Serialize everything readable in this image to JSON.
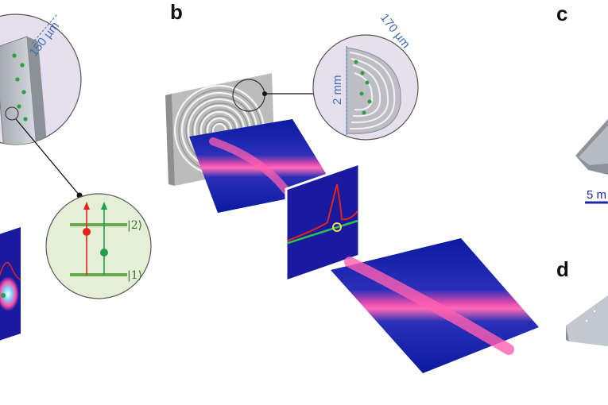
{
  "panels": {
    "b": "b",
    "c": "c",
    "d": "d"
  },
  "labels": {
    "pitch_a": "150 µm",
    "pitch_b": "170 µm",
    "size_b": "2 mm",
    "state_upper": "|2⟩",
    "state_lower": "|1⟩",
    "scalebar_c": "5 m"
  },
  "colors": {
    "beam_background": "#0a1aa0",
    "beam_core": "#ff4fa8",
    "inset_fill": "#e6e0ee",
    "energy_inset_fill": "#e4efd6",
    "level_color": "#6aa84f",
    "transition_red": "#e2231a",
    "transition_green": "#1fa14a",
    "annotation_blue": "#3f6fb5",
    "scalebar_blue": "#1a2aa8"
  }
}
